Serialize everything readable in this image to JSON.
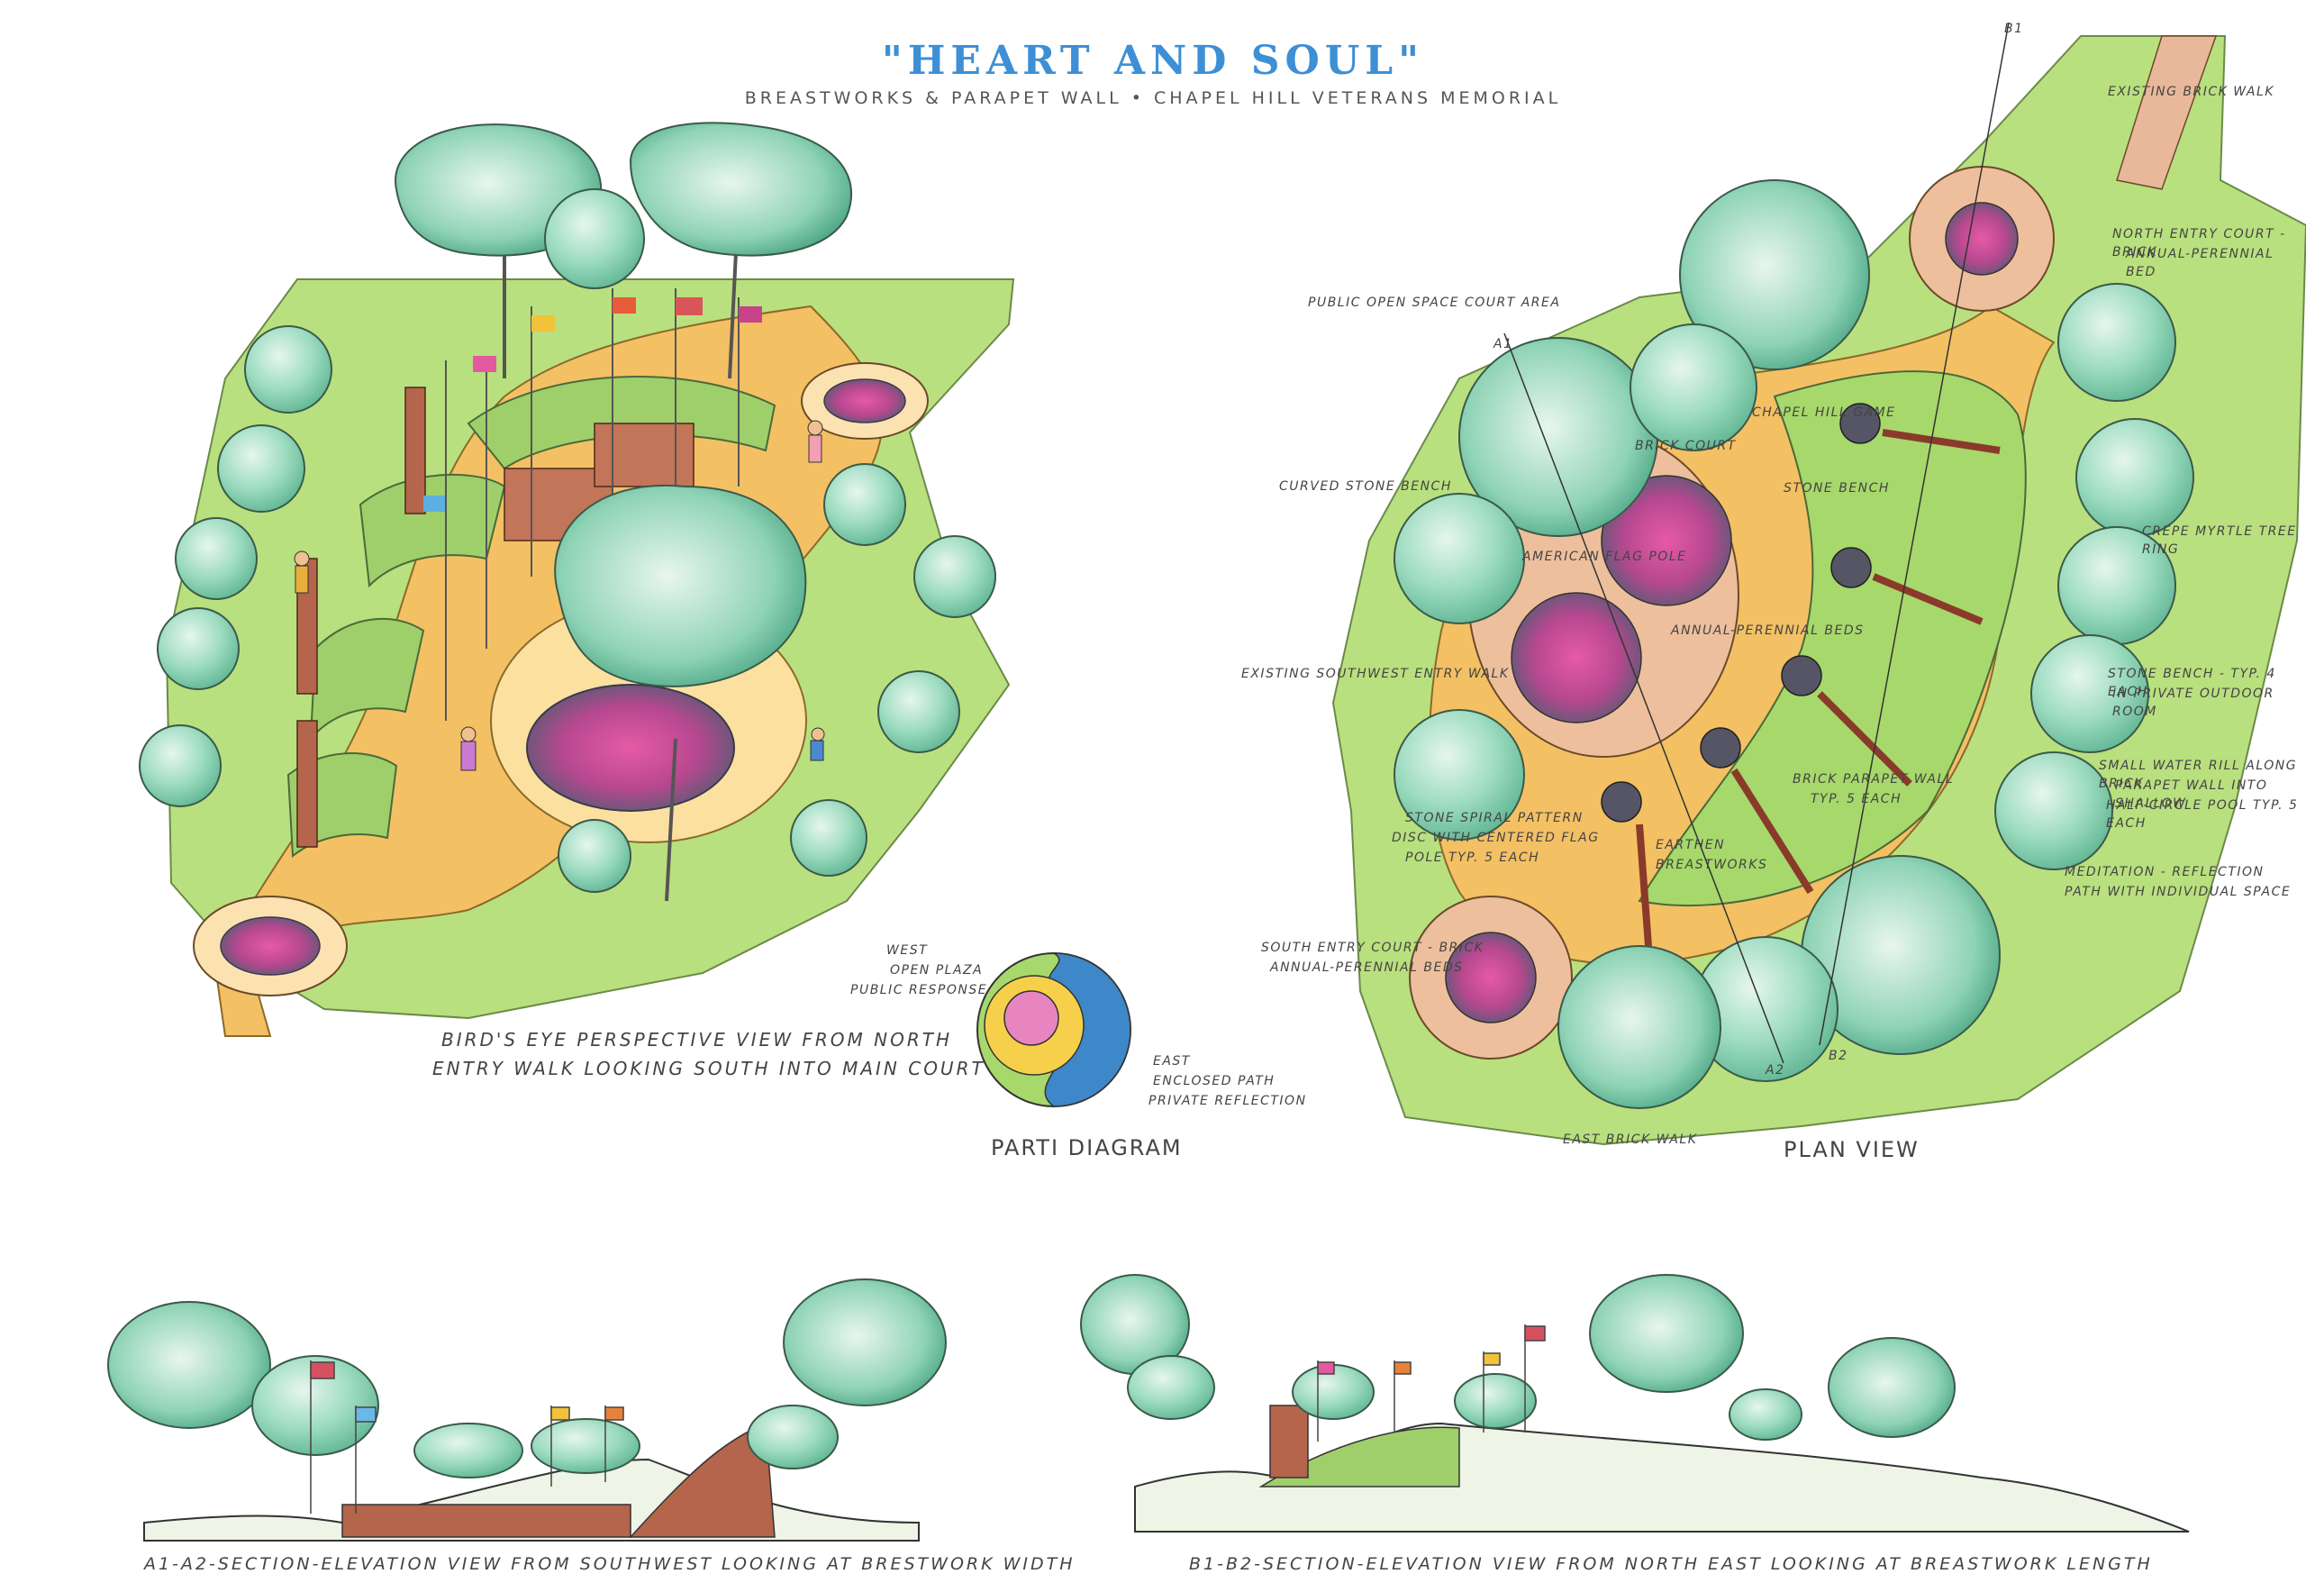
{
  "header": {
    "title": "\"HEART AND SOUL\"",
    "subtitle": "BREASTWORKS & PARAPET WALL • CHAPEL HILL VETERANS MEMORIAL"
  },
  "perspective": {
    "caption_line1": "BIRD'S EYE PERSPECTIVE VIEW FROM NORTH",
    "caption_line2": "ENTRY WALK LOOKING SOUTH INTO MAIN COURT"
  },
  "parti": {
    "caption": "PARTI DIAGRAM",
    "west_line1": "WEST",
    "west_line2": "OPEN PLAZA",
    "west_line3": "PUBLIC RESPONSE",
    "east_line1": "EAST",
    "east_line2": "ENCLOSED PATH",
    "east_line3": "PRIVATE REFLECTION"
  },
  "plan": {
    "caption": "PLAN VIEW",
    "labels": {
      "existing_brick_walk": "EXISTING BRICK WALK",
      "north_entry_1": "NORTH ENTRY COURT - BRICK",
      "north_entry_2": "ANNUAL-PERENNIAL BED",
      "public_open_space": "PUBLIC OPEN SPACE COURT AREA",
      "chapel_hill_game": "CHAPEL HILL GAME",
      "brick_court": "BRICK COURT",
      "curved_stone_bench": "CURVED STONE BENCH",
      "stone_bench": "STONE BENCH",
      "crepe_myrtle": "CREPE MYRTLE TREE RING",
      "american_flag_pole": "AMERICAN FLAG POLE",
      "annual_perennial_beds": "ANNUAL-PERENNIAL BEDS",
      "existing_sw_walk": "EXISTING SOUTHWEST ENTRY WALK",
      "stone_bench_typ_1": "STONE BENCH - TYP. 4 EACH",
      "stone_bench_typ_2": "IN PRIVATE OUTDOOR ROOM",
      "brick_parapet_1": "BRICK PARAPET WALL",
      "brick_parapet_2": "TYP. 5 EACH",
      "water_rill_1": "SMALL WATER RILL ALONG BRICK",
      "water_rill_2": "PARAPET WALL INTO SHALLOW",
      "water_rill_3": "HALF-CIRCLE POOL TYP. 5 EACH",
      "stone_spiral_1": "STONE SPIRAL PATTERN",
      "stone_spiral_2": "DISC WITH CENTERED FLAG",
      "stone_spiral_3": "POLE TYP. 5 EACH",
      "earthen_1": "EARTHEN",
      "earthen_2": "BREASTWORKS",
      "meditation_1": "MEDITATION - REFLECTION",
      "meditation_2": "PATH WITH INDIVIDUAL SPACE",
      "south_entry_1": "SOUTH ENTRY COURT - BRICK",
      "south_entry_2": "ANNUAL-PERENNIAL BEDS",
      "east_brick_walk": "EAST BRICK WALK",
      "marker_a1": "A1",
      "marker_a2": "A2",
      "marker_b1": "B1",
      "marker_b2": "B2"
    }
  },
  "sections": {
    "a_caption": "A1-A2-SECTION-ELEVATION VIEW FROM SOUTHWEST LOOKING AT BRESTWORK WIDTH",
    "b_caption": "B1-B2-SECTION-ELEVATION VIEW FROM NORTH EAST LOOKING AT BREASTWORK LENGTH"
  },
  "colors": {
    "tree": "#7fcfae",
    "tree_light": "#cfeee0",
    "grass": "#a7d86b",
    "path": "#f4c064",
    "brick": "#b5654b",
    "court": "#eebf9c",
    "flower": "#e2559f",
    "title": "#3d8fd6"
  }
}
